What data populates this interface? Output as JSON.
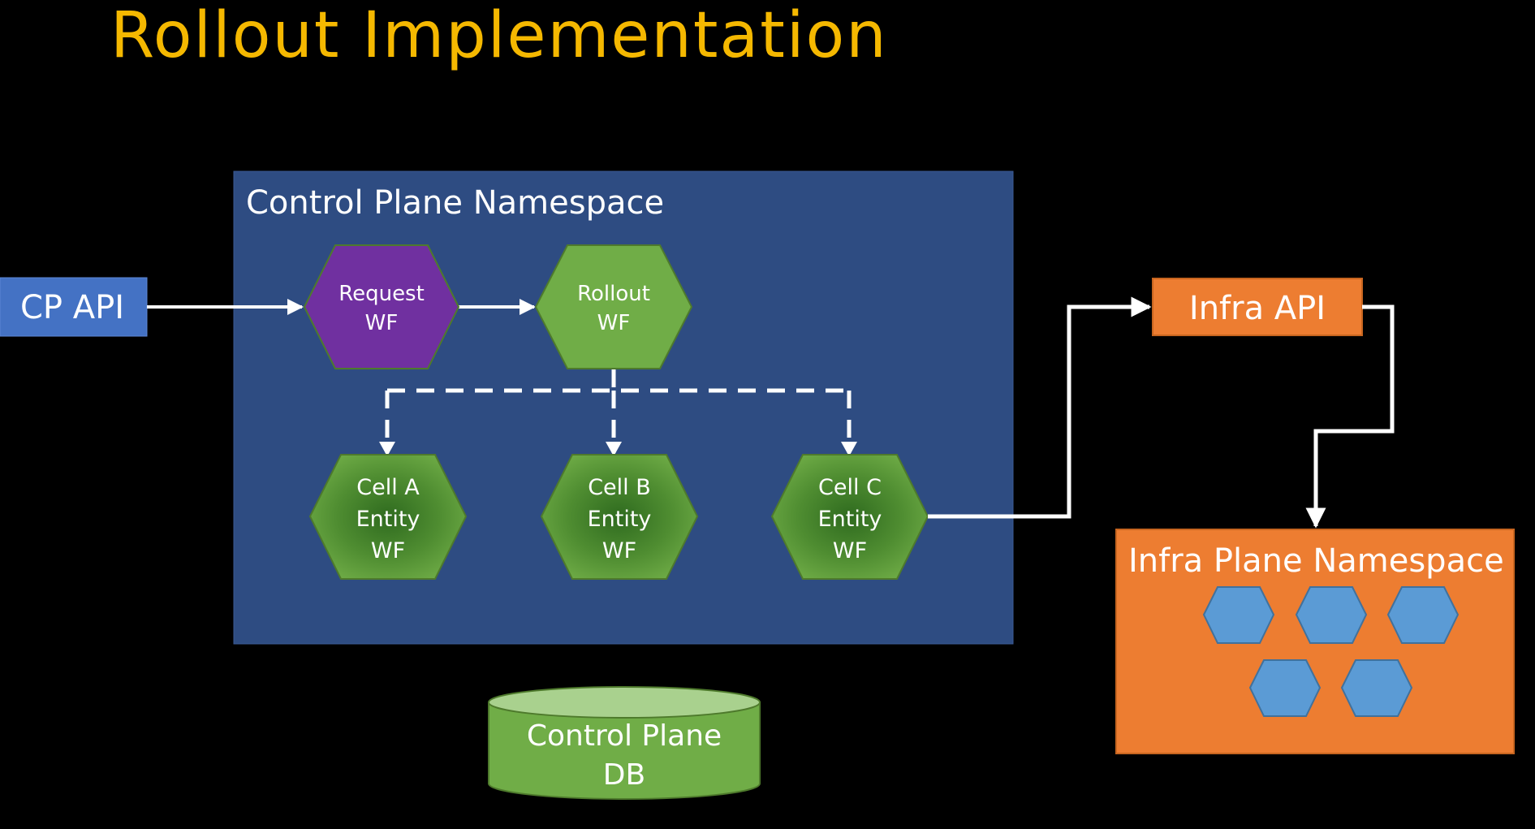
{
  "title": "Rollout Implementation",
  "colors": {
    "background": "#000000",
    "title": "#f5b800",
    "namespace_blue": "#2e4c82",
    "cp_api_blue": "#4472c4",
    "workflow_purple": "#7030a0",
    "workflow_green": "#70ad47",
    "infra_orange": "#ed7d31",
    "pod_blue": "#5b9bd5",
    "db_green": "#70ad47",
    "db_top": "#a9d18e",
    "connector": "#ffffff",
    "text": "#ffffff"
  },
  "cp_api": {
    "label": "CP API"
  },
  "control_plane_namespace": {
    "label": "Control Plane Namespace"
  },
  "workflows": {
    "request": {
      "line1": "Request",
      "line2": "WF"
    },
    "rollout": {
      "line1": "Rollout",
      "line2": "WF"
    },
    "cell_a": {
      "line1": "Cell A",
      "line2": "Entity",
      "line3": "WF"
    },
    "cell_b": {
      "line1": "Cell B",
      "line2": "Entity",
      "line3": "WF"
    },
    "cell_c": {
      "line1": "Cell C",
      "line2": "Entity",
      "line3": "WF"
    }
  },
  "infra_api": {
    "label": "Infra API"
  },
  "infra_plane_namespace": {
    "label": "Infra Plane Namespace",
    "pod_count": 5
  },
  "database": {
    "line1": "Control Plane",
    "line2": "DB"
  }
}
